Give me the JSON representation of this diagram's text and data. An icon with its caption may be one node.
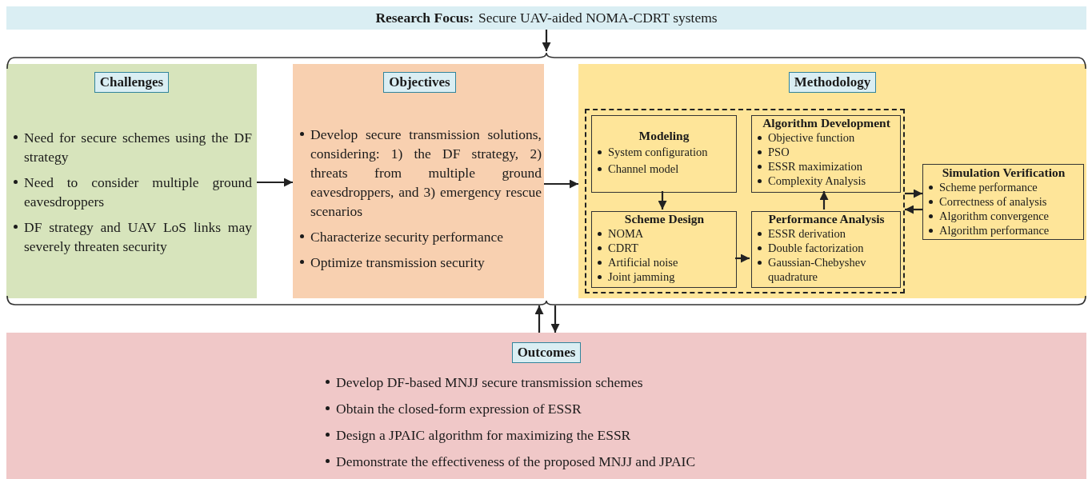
{
  "diagram": {
    "nodes": [
      {
        "text": [
          "Research Focus:",
          "Secure UAV-aided NOMA-CDRT systems"
        ]
      },
      {
        "text": [],
        "shape": "bracket"
      },
      {
        "text": [
          "Challenges",
          "Need for secure schemes using the DF strategy",
          "Need to consider multiple ground eavesdroppers",
          "DF strategy and UAV LoS links may severely threaten security"
        ]
      },
      {
        "text": [
          "Objectives",
          "Develop secure transmission solutions, considering: 1) the DF strategy, 2) threats from multiple ground eavesdroppers, and 3) emergency rescue scenarios",
          "Characterize security performance",
          "Optimize transmission security"
        ]
      },
      {
        "text": [
          "Methodology"
        ]
      },
      {
        "text": [],
        "shape": "box",
        "in": 4
      },
      {
        "text": [
          "Modeling",
          "System configuration",
          "Channel model"
        ],
        "in": 5
      },
      {
        "text": [
          "Algorithm Development",
          "Objective function",
          "PSO",
          "ESSR maximization",
          "Complexity Analysis"
        ],
        "in": 5
      },
      {
        "text": [
          "Scheme Design",
          "NOMA",
          "CDRT",
          "Artificial noise",
          "Joint jamming"
        ],
        "in": 5
      },
      {
        "text": [
          "Performance Analysis",
          "ESSR derivation",
          "Double factorization",
          "Gaussian-Chebyshev quadrature"
        ],
        "in": 5
      },
      {
        "text": [
          "Simulation Verification",
          "Scheme performance",
          "Correctness of analysis",
          "Algorithm convergence",
          "Algorithm performance"
        ],
        "in": 4
      },
      {
        "text": [],
        "shape": "bracket"
      },
      {
        "text": [
          "Outcomes",
          "Develop DF-based MNJJ secure transmission schemes",
          "Obtain the closed-form expression of ESSR",
          "Design a JPAIC algorithm for maximizing the ESSR",
          "Demonstrate the effectiveness of the proposed MNJJ and JPAIC"
        ]
      }
    ],
    "edges": [
      {
        "from": 0,
        "to": 1,
        "arrow": "to"
      },
      {
        "from": 2,
        "to": 3,
        "arrow": "to"
      },
      {
        "from": 3,
        "to": 4,
        "arrow": "to"
      },
      {
        "from": 6,
        "to": 8,
        "arrow": "to"
      },
      {
        "from": 8,
        "to": 9,
        "arrow": "to"
      },
      {
        "from": 9,
        "to": 7,
        "arrow": "to"
      },
      {
        "from": 5,
        "to": 10,
        "arrow": "to"
      },
      {
        "from": 10,
        "to": 5,
        "arrow": "to"
      },
      {
        "from": 12,
        "to": 11,
        "arrow": "to"
      },
      {
        "from": 11,
        "to": 12,
        "arrow": "to"
      }
    ]
  }
}
